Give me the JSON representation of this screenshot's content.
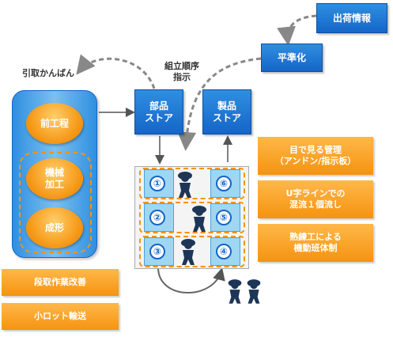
{
  "labels": {
    "shipping_info": "出荷情報",
    "leveling": "平準化",
    "assembly_instruction": "組立順序\n指示",
    "withdrawal_kanban": "引取かんばん",
    "parts_store": "部品\nストア",
    "product_store": "製品\nストア"
  },
  "process": {
    "front_process": "前工程",
    "machining": "機械\n加工",
    "forming": "成形"
  },
  "cells": [
    "①",
    "②",
    "③",
    "④",
    "⑤",
    "⑥"
  ],
  "improvements_left": [
    "段取作業改善",
    "小ロット輸送"
  ],
  "improvements_right": [
    "目で見る管理\n（アンドン/指示板）",
    "U字ラインでの\n混流１個流し",
    "熟練工による\n機動班体制"
  ],
  "colors": {
    "blue": "#1f7bd6",
    "orange": "#f59310",
    "light_blue": "#9fd6f2",
    "worker": "#1d3557"
  },
  "icons": [
    "worker-icon"
  ]
}
